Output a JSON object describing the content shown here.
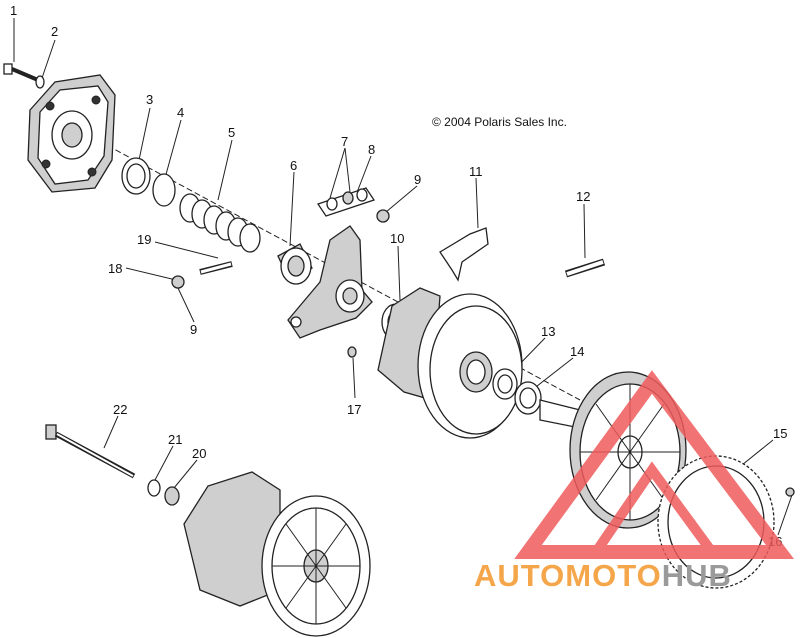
{
  "copyright": "© 2004 Polaris Sales Inc.",
  "callouts": [
    "1",
    "2",
    "3",
    "4",
    "5",
    "6",
    "7",
    "8",
    "9",
    "10",
    "11",
    "12",
    "13",
    "14",
    "15",
    "16",
    "17",
    "18",
    "19",
    "9",
    "20",
    "21",
    "22"
  ],
  "watermark": {
    "part1": "AUTO",
    "part2": "MOTO",
    "part3": "HUB",
    "color_orange": "#f5a64a",
    "color_gray": "#9a9a9a",
    "color_red": "#ef5b5b"
  }
}
